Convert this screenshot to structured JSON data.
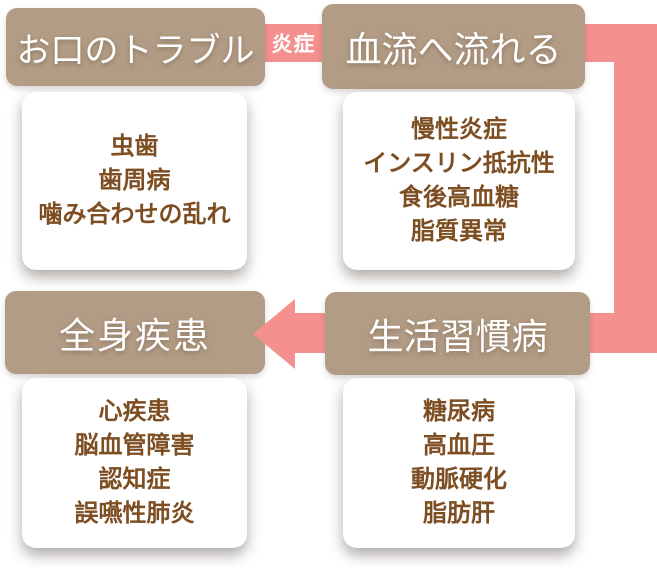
{
  "colors": {
    "tan": "#b29c85",
    "pink": "#f4918f",
    "ink": "#7d4e22",
    "paper": "#ffffff"
  },
  "diagram": {
    "connector_label": "炎症",
    "nodes": [
      {
        "id": "oral-trouble",
        "title": "お口のトラブル",
        "items": [
          "虫歯",
          "歯周病",
          "噛み合わせの乱れ"
        ]
      },
      {
        "id": "bloodstream",
        "title": "血流へ流れる",
        "items": [
          "慢性炎症",
          "インスリン抵抗性",
          "食後高血糖",
          "脂質異常"
        ]
      },
      {
        "id": "systemic-disease",
        "title": "全身疾患",
        "items": [
          "心疾患",
          "脳血管障害",
          "認知症",
          "誤嚥性肺炎"
        ]
      },
      {
        "id": "lifestyle-disease",
        "title": "生活習慣病",
        "items": [
          "糖尿病",
          "高血圧",
          "動脈硬化",
          "脂肪肝"
        ]
      }
    ]
  }
}
